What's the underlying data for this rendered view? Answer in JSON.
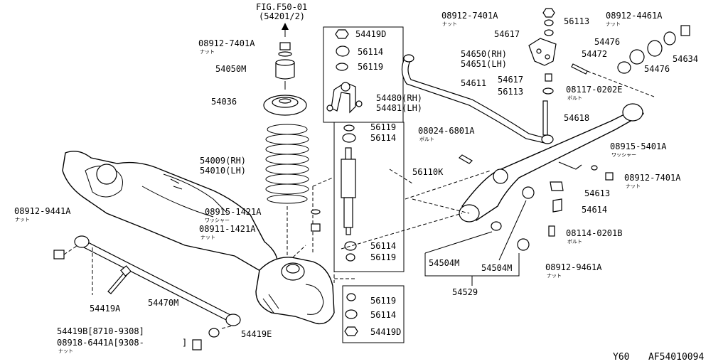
{
  "figure_ref": {
    "line1": "FIG.F50-01",
    "line2": "(54201/2)"
  },
  "labels": {
    "l_08912_7401A_top": "08912-7401A",
    "l_nut_1": "ナット",
    "l_54050M": "54050M",
    "l_54036": "54036",
    "l_54009": "54009(RH)",
    "l_54010": "54010(LH)",
    "l_08915_1421A": "08915-1421A",
    "l_washer_1": "ワッシャー",
    "l_08911_1421A": "08911-1421A",
    "l_nut_2": "ナット",
    "l_08912_9441A": "08912-9441A",
    "l_nut_3": "ナット",
    "l_54419A": "54419A",
    "l_54470M": "54470M",
    "l_54419B": "54419B[8710-9308]",
    "l_08918": "08918-6441A[9308-",
    "l_bracket_close": "]",
    "l_nut_4": "ナット",
    "l_54419E": "54419E",
    "l_54419D_top": "54419D",
    "l_56114_a": "56114",
    "l_56119_a": "56119",
    "l_54480": "54480(RH)",
    "l_54481": "54481(LH)",
    "l_56119_b": "56119",
    "l_56114_b": "56114",
    "l_56110K": "56110K",
    "l_56114_c": "56114",
    "l_56119_c": "56119",
    "l_56119_d": "56119",
    "l_56114_d": "56114",
    "l_54419D_bot": "54419D",
    "l_08912_7401A_r": "08912-7401A",
    "l_nut_5": "ナット",
    "l_56113_a": "56113",
    "l_54617_a": "54617",
    "l_54650": "54650(RH)",
    "l_54651": "54651(LH)",
    "l_54617_b": "54617",
    "l_56113_b": "56113",
    "l_54611": "54611",
    "l_08912_4461A": "08912-4461A",
    "l_nut_6": "ナット",
    "l_54476_a": "54476",
    "l_54472": "54472",
    "l_54634": "54634",
    "l_54476_b": "54476",
    "l_08117": "08117-0202E",
    "l_bolt_1": "ボルト",
    "l_54618": "54618",
    "l_08024": "08024-6801A",
    "l_bolt_2": "ボルト",
    "l_08915_5401A": "08915-5401A",
    "l_washer_2": "ワッシャー",
    "l_08912_7401A_r2": "08912-7401A",
    "l_nut_7": "ナット",
    "l_54613": "54613",
    "l_54614": "54614",
    "l_08114": "08114-0201B",
    "l_bolt_3": "ボルト",
    "l_54504M_a": "54504M",
    "l_54504M_b": "54504M",
    "l_08912_9461A": "08912-9461A",
    "l_nut_8": "ナット",
    "l_54529": "54529"
  },
  "footer": {
    "model": "Y60",
    "code": "AF54010094"
  }
}
